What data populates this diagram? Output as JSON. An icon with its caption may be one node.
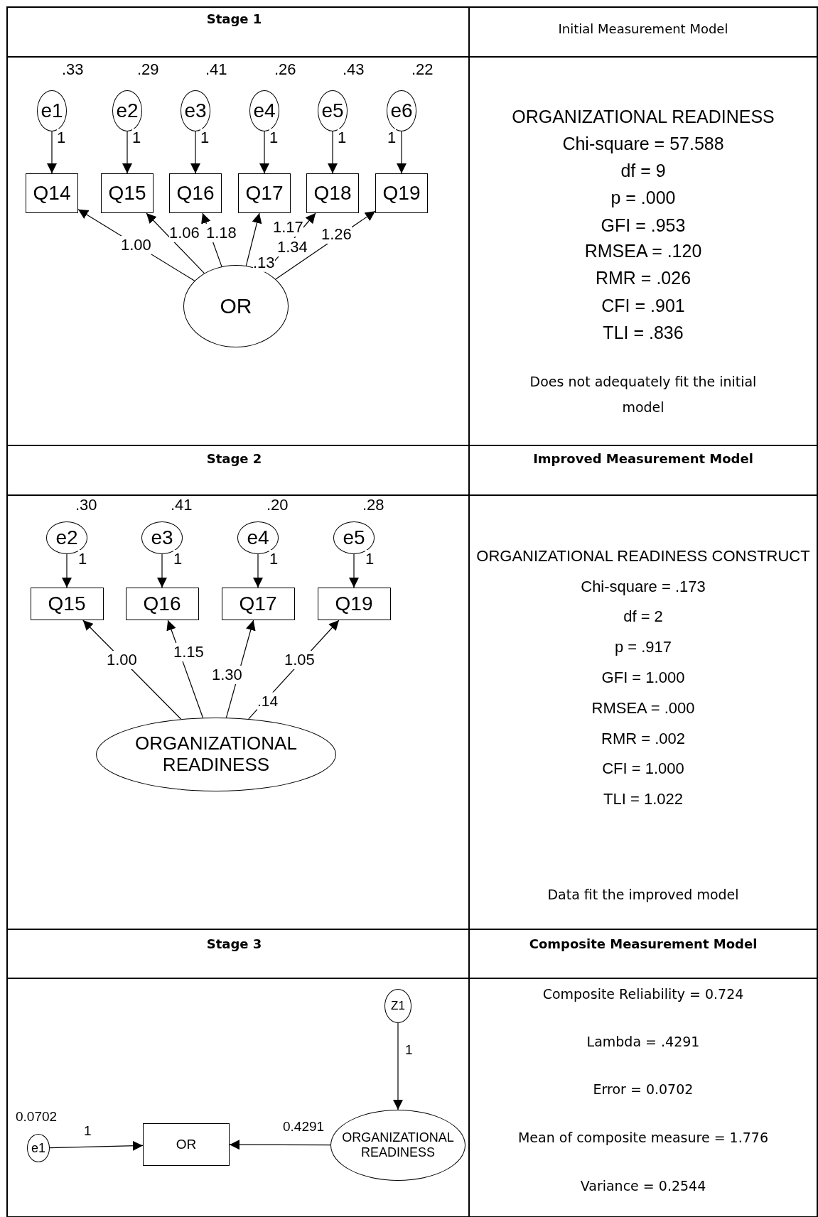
{
  "diagram": {
    "nodes": [
      {
        "text": [
          "e1"
        ],
        "beside": [
          ".33"
        ]
      },
      {
        "text": [
          "e2"
        ],
        "beside": [
          ".29"
        ]
      },
      {
        "text": [
          "e3"
        ],
        "beside": [
          ".41"
        ]
      },
      {
        "text": [
          "e4"
        ],
        "beside": [
          ".26"
        ]
      },
      {
        "text": [
          "e5"
        ],
        "beside": [
          ".43"
        ]
      },
      {
        "text": [
          "e6"
        ],
        "beside": [
          ".22"
        ]
      },
      {
        "text": [
          "Q14"
        ]
      },
      {
        "text": [
          "Q15"
        ]
      },
      {
        "text": [
          "Q16"
        ]
      },
      {
        "text": [
          "Q17"
        ]
      },
      {
        "text": [
          "Q18"
        ]
      },
      {
        "text": [
          "Q19"
        ]
      },
      {
        "text": [
          "OR"
        ]
      },
      {
        "text": [
          "e2"
        ],
        "beside": [
          ".30"
        ]
      },
      {
        "text": [
          "e3"
        ],
        "beside": [
          ".41"
        ]
      },
      {
        "text": [
          "e4"
        ],
        "beside": [
          ".20"
        ]
      },
      {
        "text": [
          "e5"
        ],
        "beside": [
          ".28"
        ]
      },
      {
        "text": [
          "Q15"
        ]
      },
      {
        "text": [
          "Q16"
        ]
      },
      {
        "text": [
          "Q17"
        ]
      },
      {
        "text": [
          "Q19"
        ]
      },
      {
        "text": [
          "ORGANIZATIONAL READINESS"
        ]
      },
      {
        "text": [
          "Z1"
        ]
      },
      {
        "text": [
          "ORGANIZATIONAL READINESS"
        ]
      },
      {
        "text": [
          "e1"
        ],
        "beside": [
          "0.0702"
        ]
      },
      {
        "text": [
          "OR"
        ]
      }
    ],
    "edges": [
      {
        "from": 0,
        "to": 6,
        "arrow": "to",
        "label": "1"
      },
      {
        "from": 1,
        "to": 7,
        "arrow": "to",
        "label": "1"
      },
      {
        "from": 2,
        "to": 8,
        "arrow": "to",
        "label": "1"
      },
      {
        "from": 3,
        "to": 9,
        "arrow": "to",
        "label": "1"
      },
      {
        "from": 4,
        "to": 10,
        "arrow": "to",
        "label": "1"
      },
      {
        "from": 5,
        "to": 11,
        "arrow": "to",
        "label": "1"
      },
      {
        "from": 12,
        "to": 6,
        "arrow": "to",
        "label": "1.00"
      },
      {
        "from": 12,
        "to": 7,
        "arrow": "to",
        "label": "1.06"
      },
      {
        "from": 12,
        "to": 8,
        "arrow": "to",
        "label": "1.18"
      },
      {
        "from": 12,
        "to": 9,
        "arrow": "to",
        "label": "1.17"
      },
      {
        "from": 12,
        "to": 10,
        "arrow": "to",
        "label": "1.34"
      },
      {
        "from": 12,
        "to": 11,
        "arrow": "to",
        "label": "1.26"
      },
      {
        "from": 13,
        "to": 17,
        "arrow": "to",
        "label": "1"
      },
      {
        "from": 14,
        "to": 18,
        "arrow": "to",
        "label": "1"
      },
      {
        "from": 15,
        "to": 19,
        "arrow": "to",
        "label": "1"
      },
      {
        "from": 16,
        "to": 20,
        "arrow": "to",
        "label": "1"
      },
      {
        "from": 21,
        "to": 17,
        "arrow": "to",
        "label": "1.00"
      },
      {
        "from": 21,
        "to": 18,
        "arrow": "to",
        "label": "1.15"
      },
      {
        "from": 21,
        "to": 19,
        "arrow": "to",
        "label": "1.30"
      },
      {
        "from": 21,
        "to": 20,
        "arrow": "to",
        "label": "1.05"
      },
      {
        "from": 22,
        "to": 23,
        "arrow": "to",
        "label": "1"
      },
      {
        "from": 23,
        "to": 25,
        "arrow": "to",
        "label": "0.4291"
      },
      {
        "from": 24,
        "to": 25,
        "arrow": "to",
        "label": "1"
      }
    ],
    "labels": [
      "Stage 1",
      "Initial Measurement Model",
      "ORGANIZATIONAL READINESS",
      "Chi-square = 57.588",
      "df = 9",
      "p = .000",
      "GFI = .953",
      "RMSEA = .120",
      "RMR = .026",
      "CFI = .901",
      "TLI = .836",
      "Does not adequately fit the initial model",
      ".13",
      "Stage 2",
      "Improved Measurement Model",
      ".14",
      "ORGANIZATIONAL READINESS CONSTRUCT",
      "Chi-square = .173",
      "df = 2",
      "p = .917",
      "GFI = 1.000",
      "RMSEA = .000",
      "RMR = .002",
      "CFI = 1.000",
      "TLI = 1.022",
      "Data fit the improved model",
      "Stage 3",
      "Composite Measurement Model",
      "Composite Reliability = 0.724",
      "Lambda = .4291",
      "Error = 0.0702",
      "Mean of composite measure = 1.776",
      "Variance = 0.2544"
    ]
  }
}
